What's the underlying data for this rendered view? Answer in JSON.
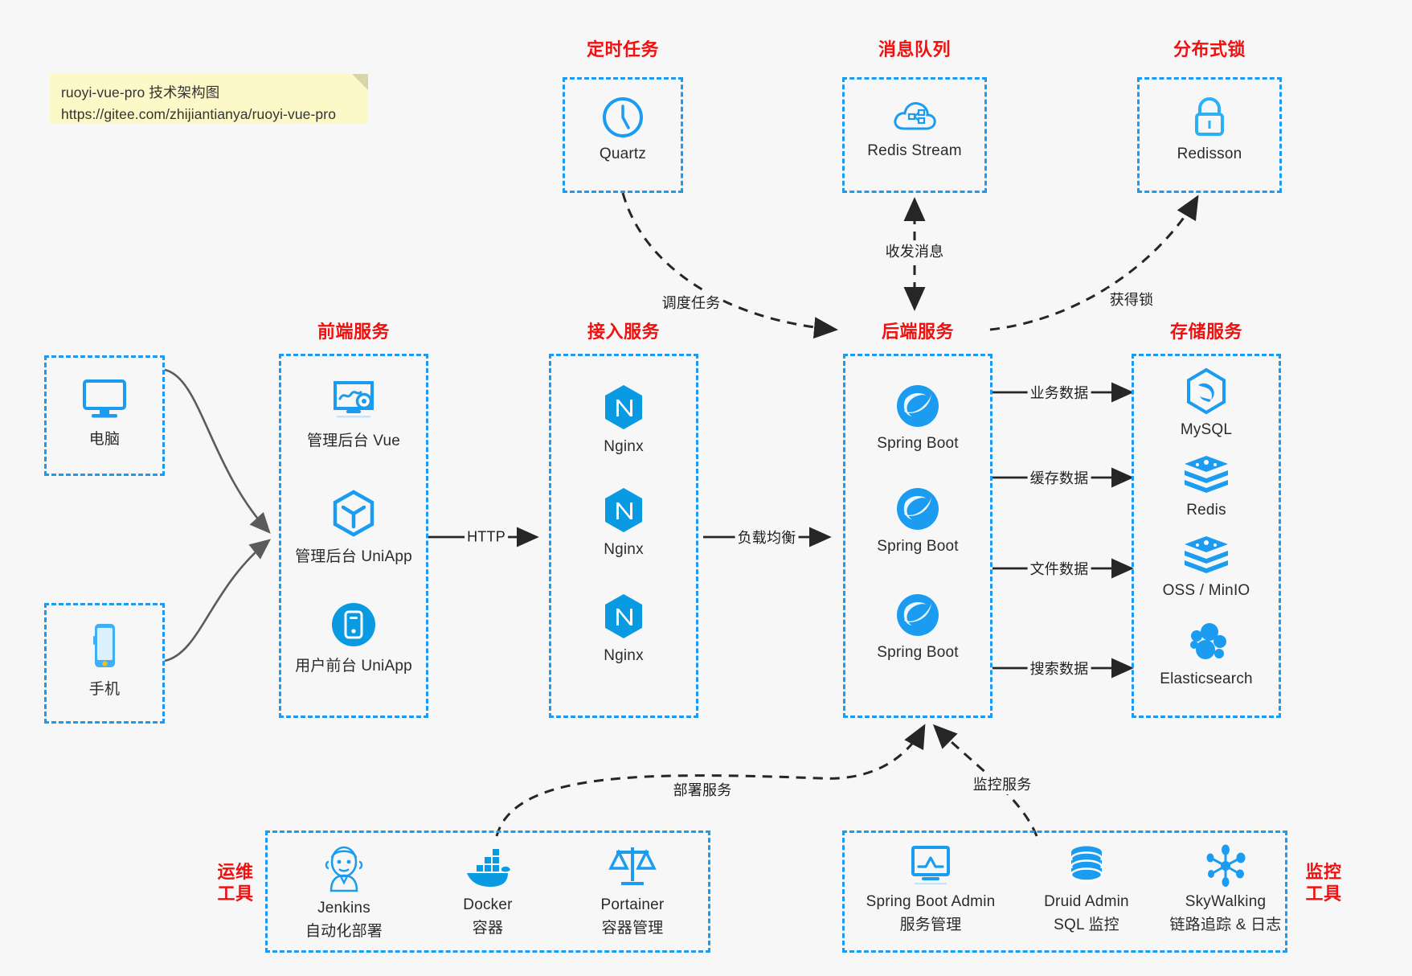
{
  "note": {
    "line1": "ruoyi-vue-pro 技术架构图",
    "line2": "https://gitee.com/zhijiantianya/ruoyi-vue-pro"
  },
  "colors": {
    "accent_blue": "#1b9cf0",
    "label_red": "#f20f0f",
    "arrow_black": "#262626",
    "arrow_gray": "#5b5b5b",
    "note_yellow": "#fdf8c8",
    "background": "#f7f7f7",
    "text": "#2b2b2b"
  },
  "groups": {
    "clients": {
      "computer": {
        "label": "电脑",
        "icon": "desktop-monitor-icon"
      },
      "phone": {
        "label": "手机",
        "icon": "smartphone-icon"
      }
    },
    "scheduler": {
      "title": "定时任务",
      "items": [
        {
          "label": "Quartz",
          "icon": "clock-icon"
        }
      ]
    },
    "mq": {
      "title": "消息队列",
      "items": [
        {
          "label": "Redis Stream",
          "icon": "cloud-stream-icon"
        }
      ]
    },
    "lock": {
      "title": "分布式锁",
      "items": [
        {
          "label": "Redisson",
          "icon": "padlock-icon"
        }
      ]
    },
    "frontend": {
      "title": "前端服务",
      "items": [
        {
          "label": "管理后台 Vue",
          "icon": "dashboard-settings-icon"
        },
        {
          "label": "管理后台 UniApp",
          "icon": "cube-icon"
        },
        {
          "label": "用户前台 UniApp",
          "icon": "mobile-app-icon"
        }
      ]
    },
    "gateway": {
      "title": "接入服务",
      "items": [
        {
          "label": "Nginx",
          "icon": "nginx-icon"
        },
        {
          "label": "Nginx",
          "icon": "nginx-icon"
        },
        {
          "label": "Nginx",
          "icon": "nginx-icon"
        }
      ]
    },
    "backend": {
      "title": "后端服务",
      "items": [
        {
          "label": "Spring Boot",
          "icon": "spring-leaf-icon"
        },
        {
          "label": "Spring Boot",
          "icon": "spring-leaf-icon"
        },
        {
          "label": "Spring Boot",
          "icon": "spring-leaf-icon"
        }
      ]
    },
    "storage": {
      "title": "存储服务",
      "items": [
        {
          "label": "MySQL",
          "icon": "mysql-dolphin-icon"
        },
        {
          "label": "Redis",
          "icon": "redis-stack-icon"
        },
        {
          "label": "OSS / MinIO",
          "icon": "redis-stack-icon"
        },
        {
          "label": "Elasticsearch",
          "icon": "elasticsearch-icon"
        }
      ]
    },
    "devops": {
      "title_line1": "运维",
      "title_line2": "工具",
      "items": [
        {
          "label": "Jenkins",
          "sub": "自动化部署",
          "icon": "jenkins-butler-icon"
        },
        {
          "label": "Docker",
          "sub": "容器",
          "icon": "docker-whale-icon"
        },
        {
          "label": "Portainer",
          "sub": "容器管理",
          "icon": "scales-balance-icon"
        }
      ]
    },
    "monitoring": {
      "title_line1": "监控",
      "title_line2": "工具",
      "items": [
        {
          "label": "Spring Boot Admin",
          "sub": "服务管理",
          "icon": "monitor-chart-icon"
        },
        {
          "label": "Druid Admin",
          "sub": "SQL 监控",
          "icon": "database-cylinder-icon"
        },
        {
          "label": "SkyWalking",
          "sub": "链路追踪 & 日志",
          "icon": "network-nodes-icon"
        }
      ]
    }
  },
  "edges": [
    {
      "id": "http",
      "label": "HTTP"
    },
    {
      "id": "load-balance",
      "label": "负载均衡"
    },
    {
      "id": "schedule-task",
      "label": "调度任务"
    },
    {
      "id": "send-receive-message",
      "label": "收发消息"
    },
    {
      "id": "acquire-lock",
      "label": "获得锁"
    },
    {
      "id": "business-data",
      "label": "业务数据"
    },
    {
      "id": "cache-data",
      "label": "缓存数据"
    },
    {
      "id": "file-data",
      "label": "文件数据"
    },
    {
      "id": "search-data",
      "label": "搜索数据"
    },
    {
      "id": "deploy-service",
      "label": "部署服务"
    },
    {
      "id": "monitor-service",
      "label": "监控服务"
    }
  ]
}
